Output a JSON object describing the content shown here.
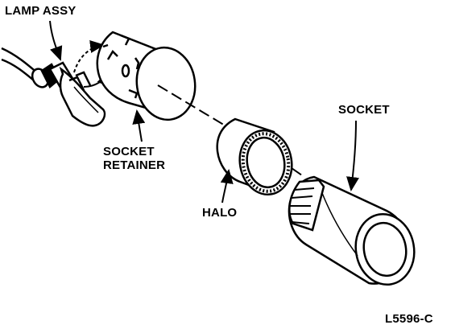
{
  "labels": {
    "lamp_assy": "LAMP ASSY",
    "socket_retainer_line1": "SOCKET",
    "socket_retainer_line2": "RETAINER",
    "halo": "HALO",
    "socket": "SOCKET",
    "figure_code": "L5596-C"
  }
}
